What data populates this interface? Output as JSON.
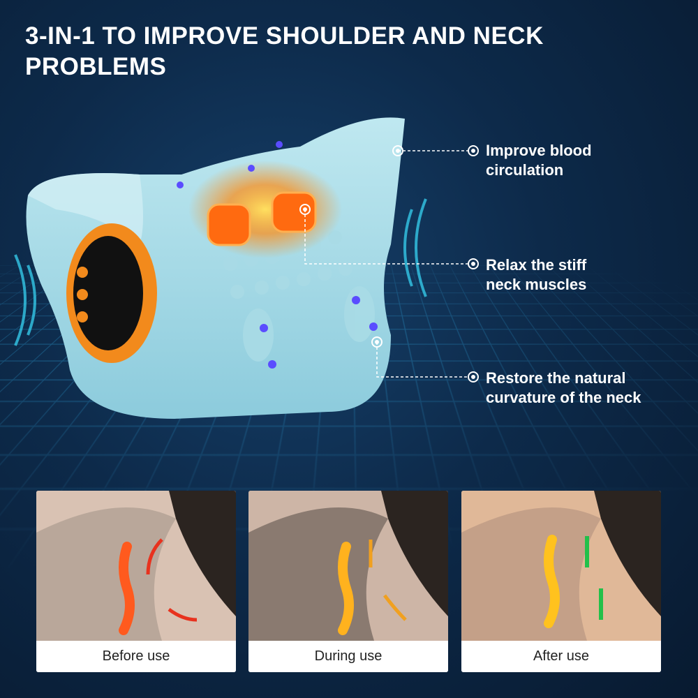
{
  "title": "3-IN-1 TO IMPROVE SHOULDER AND NECK PROBLEMS",
  "callouts": [
    {
      "line1": "Improve blood",
      "line2": "circulation"
    },
    {
      "line1": "Relax the stiff",
      "line2": "neck muscles"
    },
    {
      "line1": "Restore the natural",
      "line2": "curvature of the neck"
    }
  ],
  "panels": [
    {
      "label": "Before use",
      "arrow_color": "#e8321e",
      "spine_color": "#ff5a1e"
    },
    {
      "label": "During use",
      "arrow_color": "#f0a020",
      "spine_color": "#ffb21e"
    },
    {
      "label": "After use",
      "arrow_color": "#22c04a",
      "spine_color": "#ffc21e"
    }
  ],
  "colors": {
    "device": "#a9dbe6",
    "heater": "#ff6a10",
    "accent_orange": "#f28a1c",
    "background": "#0d2a4a"
  }
}
